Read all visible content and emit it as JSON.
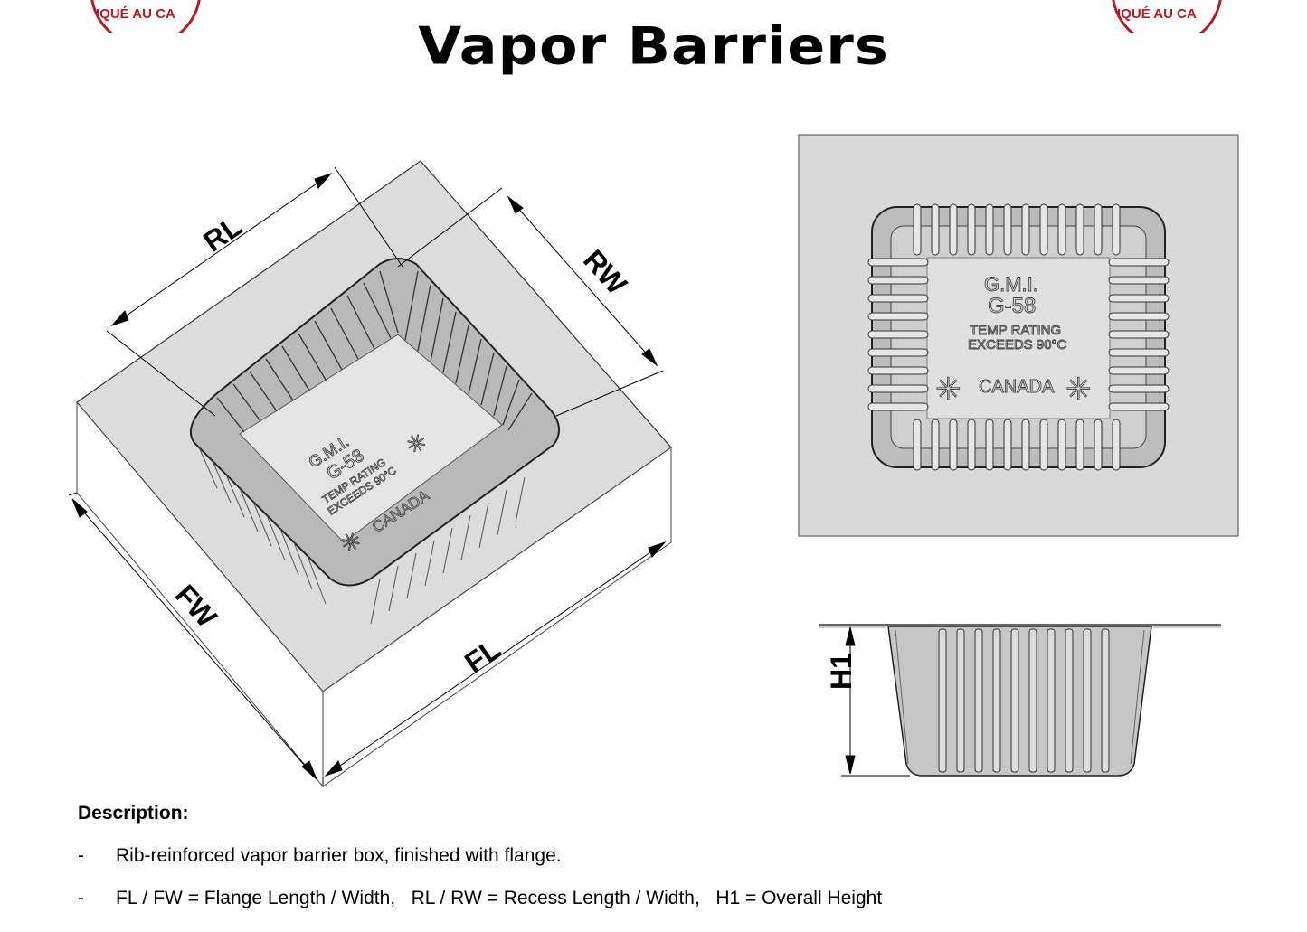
{
  "title": "Vapor Barriers",
  "seal_text": "IQUÉ AU CA",
  "dimensions": {
    "rl": "RL",
    "rw": "RW",
    "fw": "FW",
    "fl": "FL",
    "h1": "H1"
  },
  "marking": {
    "brand": "G.M.I.",
    "model": "G-58",
    "temp1": "TEMP RATING",
    "temp2": "EXCEEDS 90°C",
    "country": "CANADA"
  },
  "description": {
    "heading": "Description:",
    "items": [
      {
        "dash": "-",
        "text": "Rib-reinforced vapor barrier box, finished with flange."
      },
      {
        "dash": "-",
        "text": "FL / FW = Flange Length / Width,   RL / RW = Recess Length / Width,   H1 = Overall Height"
      }
    ]
  },
  "colors": {
    "seal": "#b11e24",
    "flange": "#d9d9d9",
    "recess": "#bdbdbd",
    "outline": "#222222"
  }
}
